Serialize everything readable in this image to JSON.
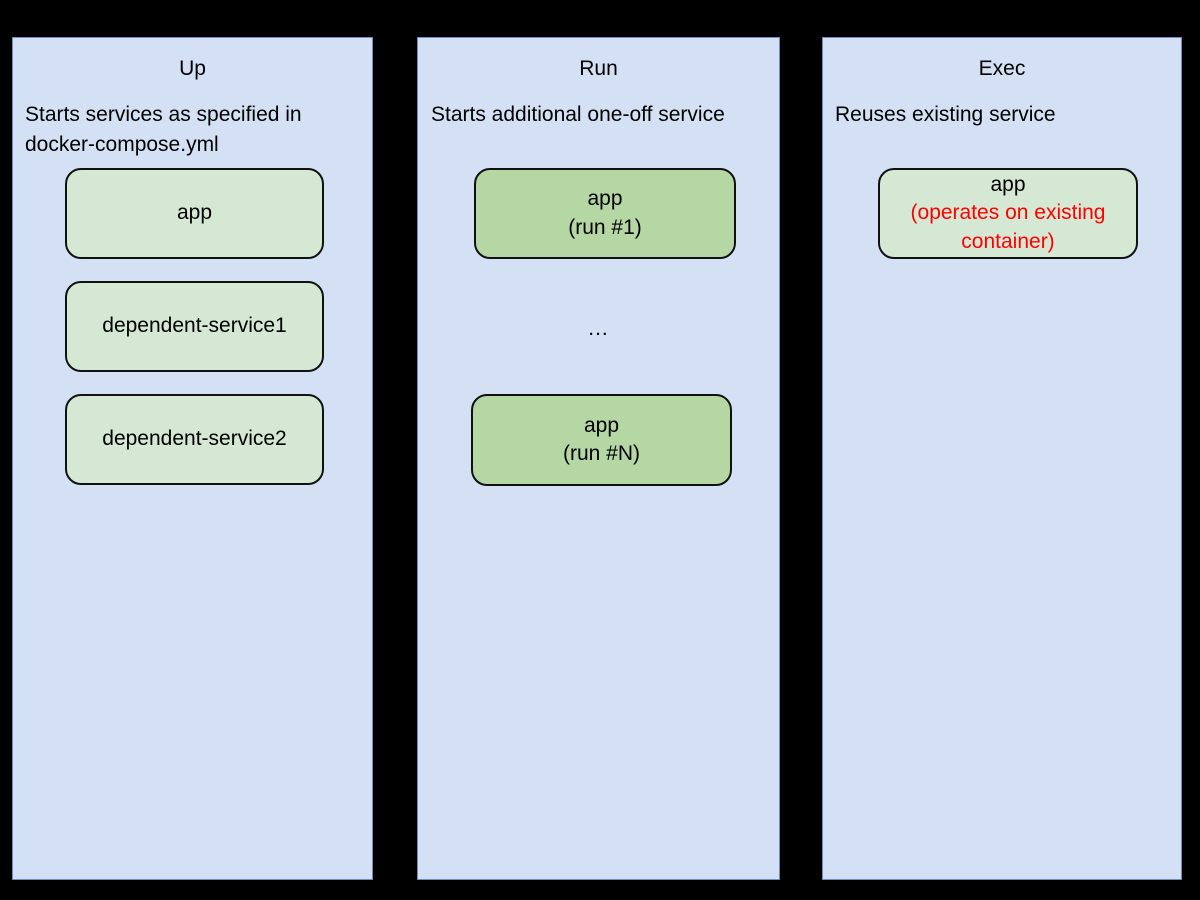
{
  "diagram": {
    "background_color": "#000000",
    "panel_fill": "#d4e1f4",
    "panel_stroke": "#6c8ebf",
    "box_fill_light": "#d5e8d4",
    "box_fill_mid": "#b4d7a3",
    "box_stroke": "#111111",
    "accent_red": "#ff0000"
  },
  "panels": [
    {
      "id": "up",
      "title": "Up",
      "subtitle": "Starts services as specified in docker-compose.yml",
      "boxes": [
        {
          "id": "app",
          "lines": [
            "app"
          ],
          "shade": "light"
        },
        {
          "id": "dependent-service1",
          "lines": [
            "dependent-service1"
          ],
          "shade": "light"
        },
        {
          "id": "dependent-service2",
          "lines": [
            "dependent-service2"
          ],
          "shade": "light"
        }
      ],
      "ellipsis": ""
    },
    {
      "id": "run",
      "title": "Run",
      "subtitle": "Starts additional one-off service",
      "boxes": [
        {
          "id": "app-run-1",
          "lines": [
            "app",
            "(run #1)"
          ],
          "shade": "mid"
        },
        {
          "id": "app-run-n",
          "lines": [
            "app",
            "(run #N)"
          ],
          "shade": "mid"
        }
      ],
      "ellipsis": "..."
    },
    {
      "id": "exec",
      "title": "Exec",
      "subtitle": "Reuses existing service",
      "boxes": [
        {
          "id": "app-exec",
          "lines": [
            "app",
            "(operates on existing",
            "container)"
          ],
          "shade": "light"
        }
      ],
      "ellipsis": ""
    }
  ],
  "panel_up": {
    "title": "Up",
    "subtitle": "Starts services as specified in docker-compose.yml",
    "box_app": "app",
    "box_dep1": "dependent-service1",
    "box_dep2": "dependent-service2"
  },
  "panel_run": {
    "title": "Run",
    "subtitle": "Starts additional one-off service",
    "box_run1_line1": "app",
    "box_run1_line2": "(run #1)",
    "ellipsis": "...",
    "box_runN_line1": "app",
    "box_runN_line2": "(run #N)"
  },
  "panel_exec": {
    "title": "Exec",
    "subtitle": "Reuses existing service",
    "box_app_line1": "app",
    "box_app_line2": "(operates on existing",
    "box_app_line3": "container)"
  }
}
